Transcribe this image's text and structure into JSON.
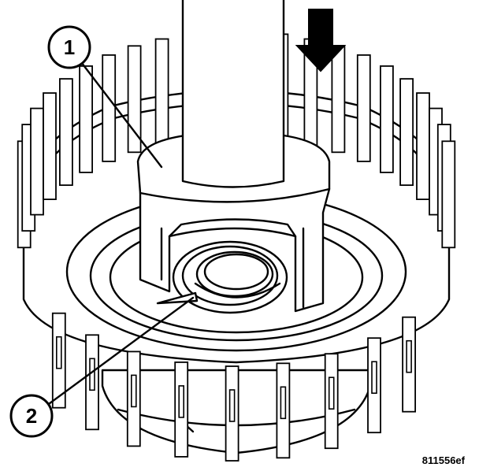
{
  "callouts": [
    {
      "number": "1"
    },
    {
      "number": "2"
    }
  ],
  "figure_id": "811556ef",
  "icons": [
    "down-arrow-icon"
  ],
  "colors": {
    "line": "#000000",
    "background": "#ffffff"
  }
}
